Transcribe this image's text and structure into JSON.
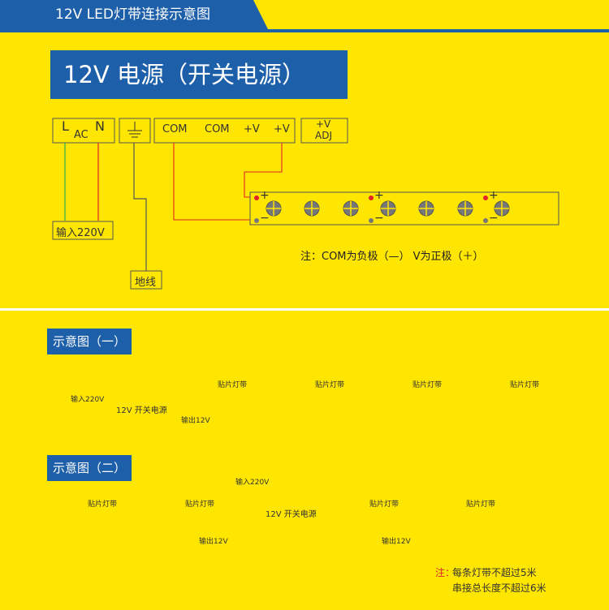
{
  "top_tab": {
    "title": "12V LED灯带连接示意图"
  },
  "psu": {
    "title": "12V 电源（开关电源）",
    "terminal_l": "L",
    "terminal_ac": "AC",
    "terminal_n": "N",
    "terminal_com_1": "COM",
    "terminal_com_2": "COM",
    "terminal_v_1": "+V",
    "terminal_v_2": "+V",
    "adj_v": "+V",
    "adj_label": "ADJ",
    "input_label": "输入220V",
    "ground_label": "地线",
    "plus": "+",
    "minus": "−",
    "note": "注：COM为负极（—）  V为正极（＋）"
  },
  "diagram1": {
    "heading": "示意图（一）",
    "input_label": "输入220V",
    "psu_label": "12V 开关电源",
    "output_label": "输出12V",
    "strip_label": "贴片灯带"
  },
  "diagram2": {
    "heading": "示意图（二）",
    "input_label": "输入220V",
    "psu_label": "12V 开关电源",
    "output_left": "输出12V",
    "output_right": "输出12V",
    "strip_label": "贴片灯带"
  },
  "footer_note": {
    "prefix": "注：",
    "line1": "每条灯带不超过5米",
    "line2": "串接总长度不超过6米"
  },
  "colors": {
    "yellow": "#ffe600",
    "blue": "#1d5fa9",
    "red_wire": "#e2232a",
    "green_wire": "#3aa845",
    "dark_wire": "#666666"
  }
}
